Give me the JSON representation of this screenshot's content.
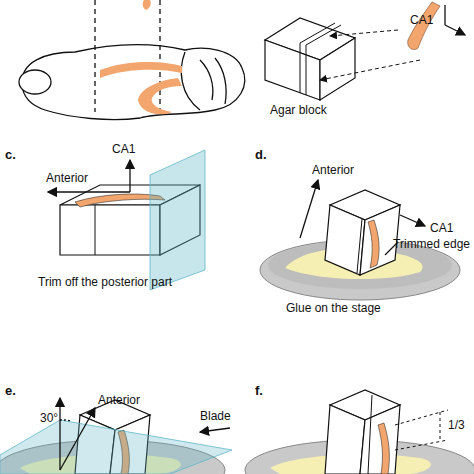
{
  "diagram": {
    "labels": [
      "CA1",
      "Agar block",
      "c.",
      "CA1",
      "Anterior",
      "Trim off the posterior part",
      "d.",
      "Anterior",
      "CA1",
      "Trimmed edge",
      "Glue on the stage",
      "e.",
      "30°",
      "Anterior",
      "Blade",
      "f.",
      "1/3"
    ]
  }
}
